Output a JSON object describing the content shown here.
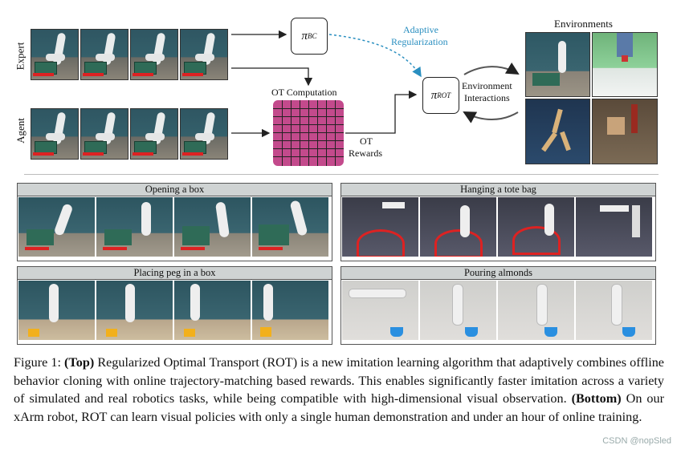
{
  "top": {
    "row_labels": {
      "expert": "Expert",
      "agent": "Agent"
    },
    "nodes": {
      "bc_base": "π",
      "bc_sup": "BC",
      "rot_base": "π",
      "rot_sup": "ROT"
    },
    "labels": {
      "adaptive": "Adaptive",
      "regularization": "Regularization",
      "ot_computation": "OT Computation",
      "ot": "OT",
      "rewards": "Rewards",
      "environment": "Environment",
      "interactions": "Interactions",
      "environments": "Environments"
    },
    "colors": {
      "adaptive": "#2a8fc0",
      "ot_grid": "#c34a8c"
    }
  },
  "panels": [
    {
      "title": "Opening a box"
    },
    {
      "title": "Hanging a tote bag"
    },
    {
      "title": "Placing peg in a box"
    },
    {
      "title": "Pouring almonds"
    }
  ],
  "caption": {
    "fig": "Figure 1: ",
    "top_bold": "(Top)",
    "part1": " Regularized Optimal Transport (ROT) is a new imitation learning algorithm that adaptively combines offline behavior cloning with online trajectory-matching based rewards. This enables significantly faster imitation across a variety of simulated and real robotics tasks, while being compatible with high-dimensional visual observation. ",
    "bottom_bold": "(Bottom)",
    "part2": " On our xArm robot, ROT can learn visual policies with only a single human demonstration and under an hour of online training."
  },
  "watermark": "CSDN @nopSled"
}
